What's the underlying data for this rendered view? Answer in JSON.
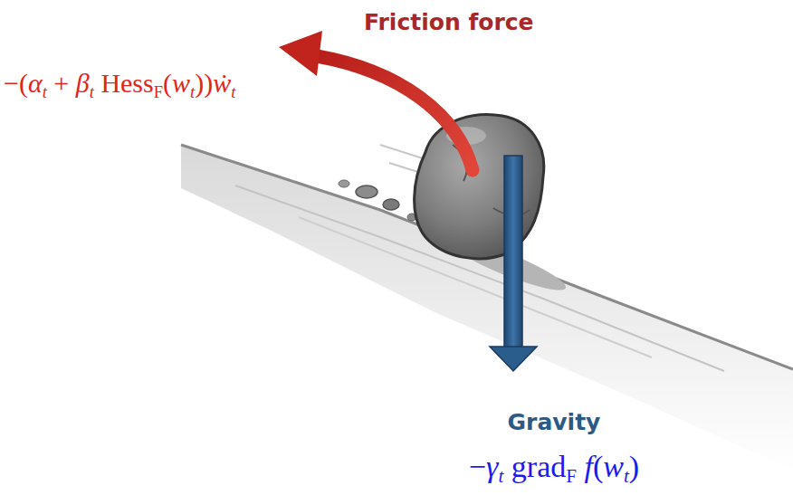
{
  "diagram": {
    "labels": [
      "Friction force",
      "−(",
      "α",
      "t",
      " + ",
      "β",
      "t",
      " Hess",
      "F",
      "(",
      "w",
      "t",
      "))",
      "ẇ",
      "t",
      "Gravity",
      "−",
      "γ",
      "t",
      " grad",
      "F",
      " f",
      "(",
      "w",
      "t",
      ")"
    ]
  }
}
